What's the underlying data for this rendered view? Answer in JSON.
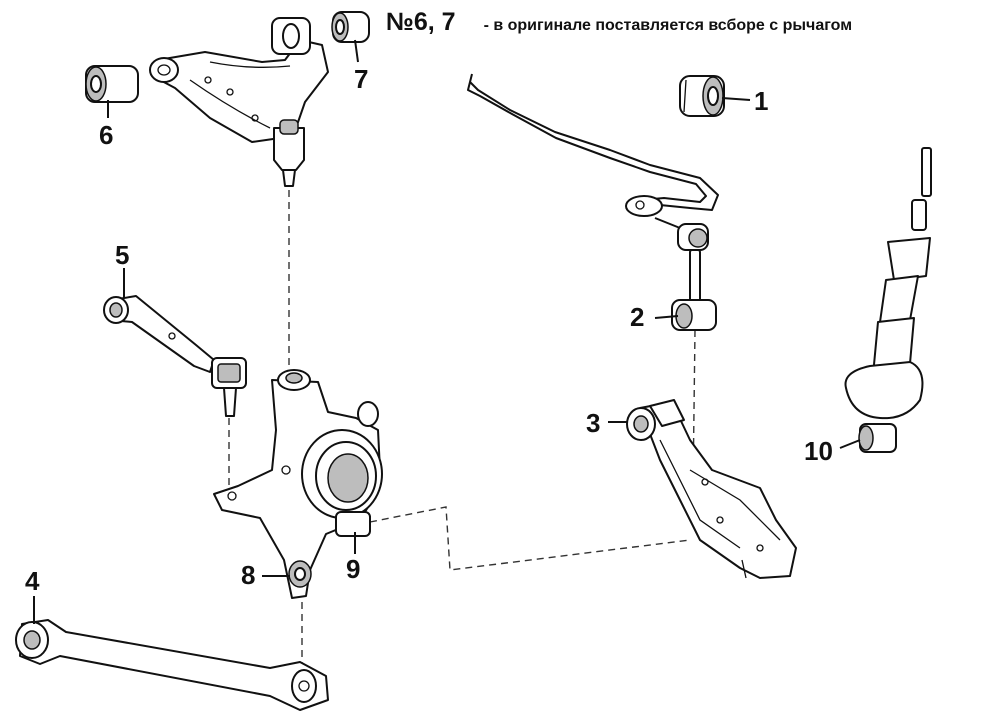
{
  "note": {
    "ids": "№6, 7",
    "text": "- в оригинале поставляется всборе с рычагом"
  },
  "callouts": {
    "c1": "1",
    "c2": "2",
    "c3": "3",
    "c4": "4",
    "c5": "5",
    "c6": "6",
    "c7": "7",
    "c8": "8",
    "c9": "9",
    "c10": "10"
  }
}
